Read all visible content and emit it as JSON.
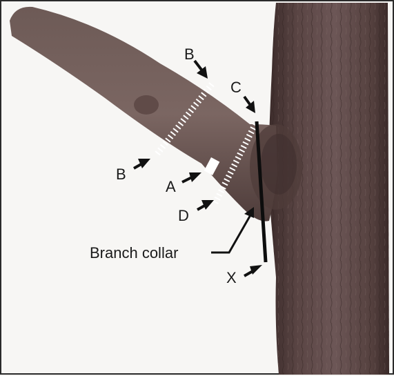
{
  "labels": {
    "B_upper": "B",
    "B_lower": "B",
    "C": "C",
    "A": "A",
    "D": "D",
    "collar": "Branch collar",
    "X": "X"
  }
}
